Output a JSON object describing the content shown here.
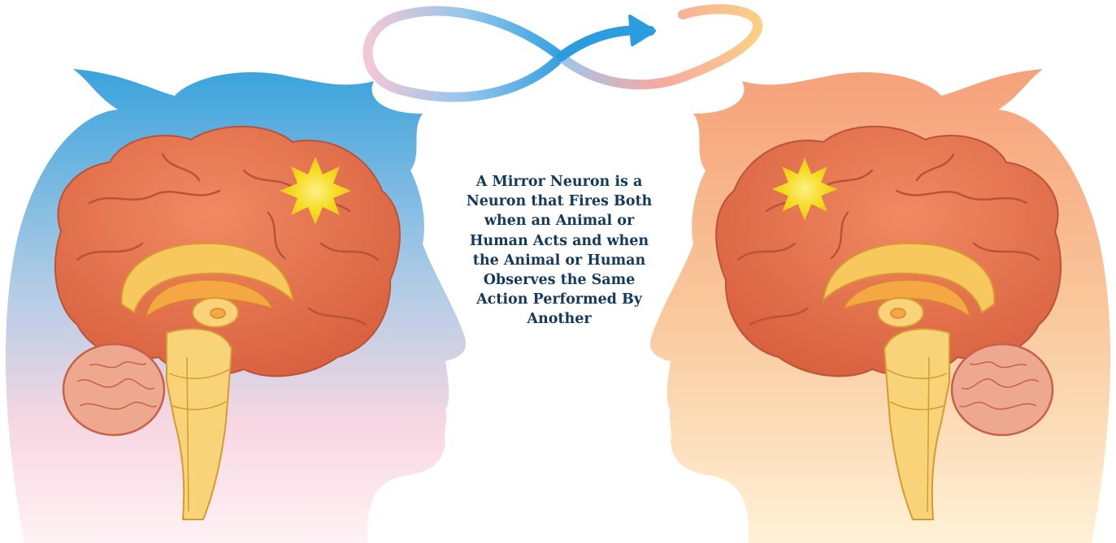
{
  "caption": {
    "lines": [
      "A Mirror Neuron is a",
      "Neuron that Fires Both",
      "when an Animal or",
      "Human Acts and when",
      "the Animal or Human",
      "Observes the Same",
      "Action Performed By",
      "Another"
    ]
  },
  "colors": {
    "left_head_top": "#3fa6dc",
    "left_head_bottom": "#fde7ee",
    "right_head_top": "#f6a77b",
    "right_head_bottom": "#fff0d4",
    "cortex": "#e47a55",
    "cortex_dark": "#c5583a",
    "inner_brain": "#f8cf6a",
    "flash": "#f7e52a",
    "caption_text": "#133a5c",
    "loop_blue": "#2f9fe0",
    "loop_orange": "#f8c57a"
  },
  "icons": [
    "infinity-loop-arrow-icon",
    "left-head-profile",
    "right-head-profile",
    "neuron-flash-icon"
  ]
}
